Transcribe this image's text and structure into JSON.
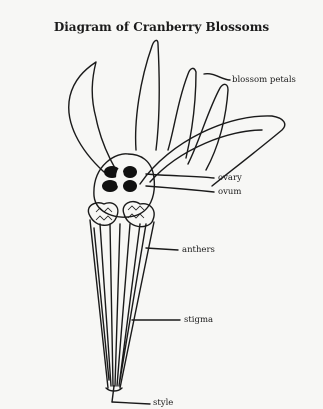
{
  "title": "Diagram of Cranberry Blossoms",
  "labels": {
    "petals": "blossom petals",
    "ovary": "ovary",
    "ovum": "ovum",
    "anthers": "anthers",
    "stigma": "stigma",
    "style": "style"
  }
}
